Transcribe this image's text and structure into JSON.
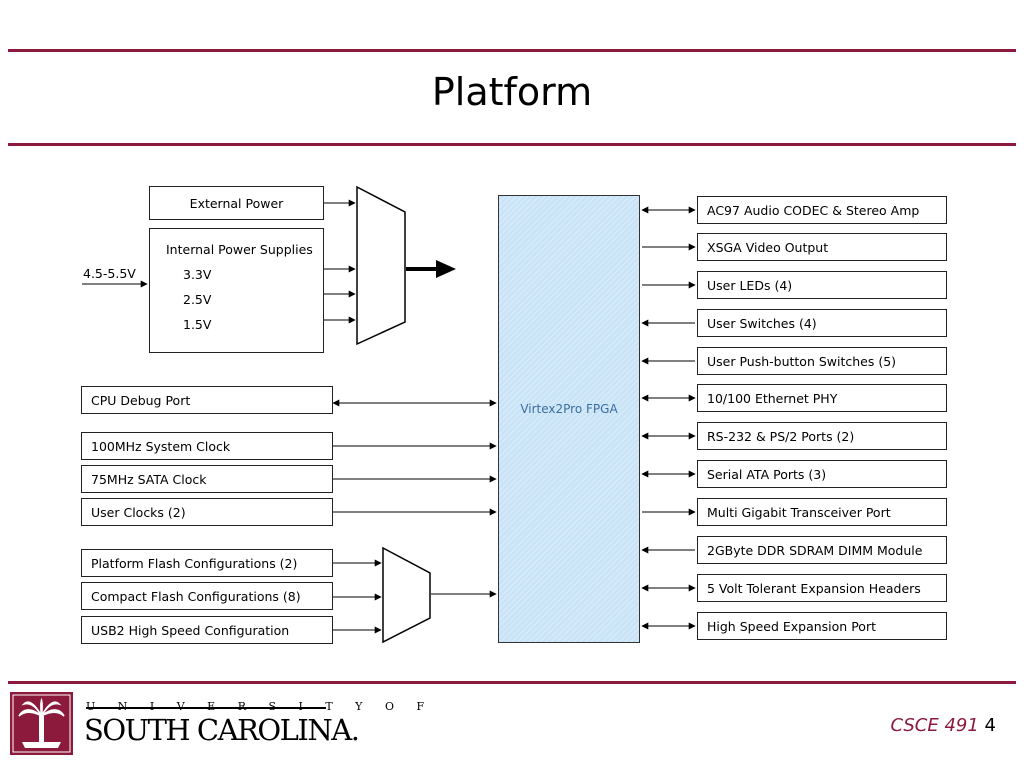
{
  "slide": {
    "title": "Platform",
    "course": "CSCE 491",
    "page_number": "4"
  },
  "logo": {
    "line1": "U N I V E R S I T Y   O F",
    "line2": "SOUTH CAROLINA."
  },
  "colors": {
    "accent": "#8b1a3c",
    "fpga_fill": "#c9e3f7"
  },
  "power": {
    "input_label": "4.5-5.5V",
    "external": "External Power",
    "internal_title": "Internal Power Supplies",
    "rails": [
      "3.3V",
      "2.5V",
      "1.5V"
    ]
  },
  "fpga": {
    "label": "Virtex2Pro FPGA"
  },
  "left_blocks": [
    "CPU Debug Port",
    "100MHz System Clock",
    "75MHz SATA Clock",
    "User Clocks (2)"
  ],
  "config_blocks": [
    "Platform Flash Configurations (2)",
    "Compact Flash Configurations (8)",
    "USB2 High Speed Configuration"
  ],
  "right_blocks": [
    "AC97 Audio CODEC & Stereo Amp",
    "XSGA Video Output",
    "User LEDs (4)",
    "User Switches (4)",
    "User Push-button Switches (5)",
    "10/100 Ethernet PHY",
    "RS-232 & PS/2 Ports (2)",
    "Serial ATA Ports (3)",
    "Multi Gigabit Transceiver Port",
    "2GByte DDR SDRAM DIMM Module",
    "5 Volt Tolerant Expansion Headers",
    "High Speed Expansion Port"
  ]
}
